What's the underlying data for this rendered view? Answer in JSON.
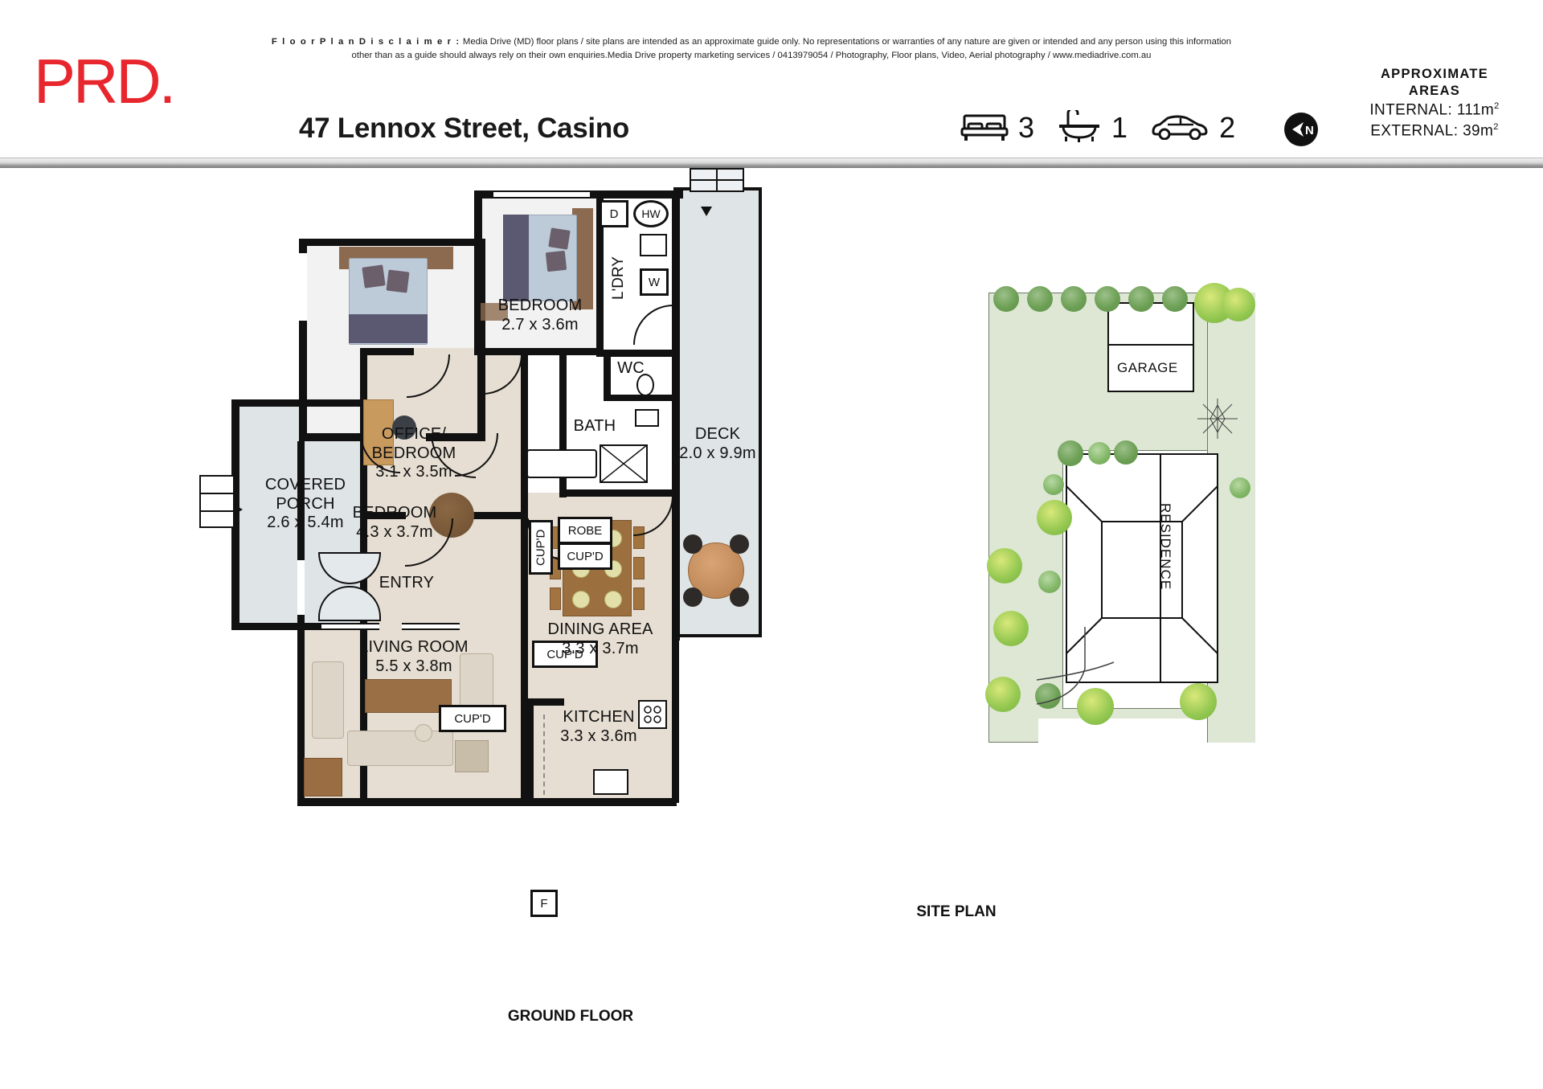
{
  "header": {
    "logo_text": "PRD.",
    "logo_color": "#e8262d",
    "title": "47 Lennox Street, Casino",
    "disclaimer_title": "F l o o r  P l a n  D i s c l a i m e r :",
    "disclaimer_line1": " Media Drive (MD) floor plans / site plans are intended as an approximate guide only.  No representations or warranties of any nature are given or intended and any person using this information",
    "disclaimer_line2": "other than as a guide should always rely on their own enquiries.Media Drive property marketing services / 0413979054 / Photography, Floor plans,  Video, Aerial photography / www.mediadrive.com.au",
    "features": [
      {
        "icon": "bed-icon",
        "count": "3"
      },
      {
        "icon": "bath-icon",
        "count": "1"
      },
      {
        "icon": "car-icon",
        "count": "2"
      }
    ],
    "compass": {
      "icon": "north-arrow-icon",
      "letter": "N"
    },
    "areas": {
      "heading_line1": "APPROXIMATE",
      "heading_line2": "AREAS",
      "internal_label": "INTERNAL:",
      "internal_value": "111m",
      "internal_unit": "2",
      "external_label": "EXTERNAL:",
      "external_value": "39m",
      "external_unit": "2"
    }
  },
  "floor_plan": {
    "caption": "GROUND FLOOR",
    "rooms": [
      {
        "name": "BEDROOM",
        "dim": "4.3 x 3.7m"
      },
      {
        "name": "BEDROOM",
        "dim": "2.7 x 3.6m"
      },
      {
        "name": "OFFICE/ BEDROOM",
        "dim": "3.1 x 3.5m"
      },
      {
        "name": "COVERED PORCH",
        "dim": "2.6 x 5.4m"
      },
      {
        "name": "LIVING ROOM",
        "dim": "5.5 x 3.8m"
      },
      {
        "name": "DINING AREA",
        "dim": "3.3 x 3.7m"
      },
      {
        "name": "KITCHEN",
        "dim": "3.3 x 3.6m"
      },
      {
        "name": "DECK",
        "dim": "2.0 x 9.9m"
      },
      {
        "name": "BATH",
        "dim": ""
      },
      {
        "name": "ENTRY",
        "dim": ""
      }
    ],
    "labels": {
      "bedroom1_name": "BEDROOM",
      "bedroom1_dim": "4.3 x 3.7m",
      "bedroom2_name": "BEDROOM",
      "bedroom2_dim": "2.7 x 3.6m",
      "office_name_l1": "OFFICE/",
      "office_name_l2": "BEDROOM",
      "office_dim": "3.1 x 3.5m",
      "porch_name_l1": "COVERED",
      "porch_name_l2": "PORCH",
      "porch_dim": "2.6 x 5.4m",
      "living_name": "LIVING ROOM",
      "living_dim": "5.5 x 3.8m",
      "dining_name": "DINING AREA",
      "dining_dim": "3.3 x 3.7m",
      "kitchen_name": "KITCHEN",
      "kitchen_dim": "3.3 x 3.6m",
      "deck_name": "DECK",
      "deck_dim": "2.0 x 9.9m",
      "bath_name": "BATH",
      "entry_name": "ENTRY",
      "wc_name": "WC",
      "laundry_name": "L'DRY",
      "dryer_name": "D",
      "hotwater_name": "HW",
      "washer_name": "W",
      "fridge_name": "F",
      "robe_name": "ROBE",
      "cupd_1": "CUP'D",
      "cupd_2": "CUP'D",
      "cupd_3": "CUP'D",
      "cupd_4": "CUP'D"
    }
  },
  "site_plan": {
    "caption": "SITE PLAN",
    "garage_label": "GARAGE",
    "residence_label": "RESIDENCE"
  },
  "colors": {
    "brand_red": "#e8262d",
    "wall_black": "#111111",
    "carpet": "#f2f2f2",
    "timber_floor": "#e6ded2",
    "deck_grey": "#dfe4e7",
    "lawn_green": "#dde7d4",
    "tree_green": "#6da055",
    "tree_lime": "#92c750"
  }
}
